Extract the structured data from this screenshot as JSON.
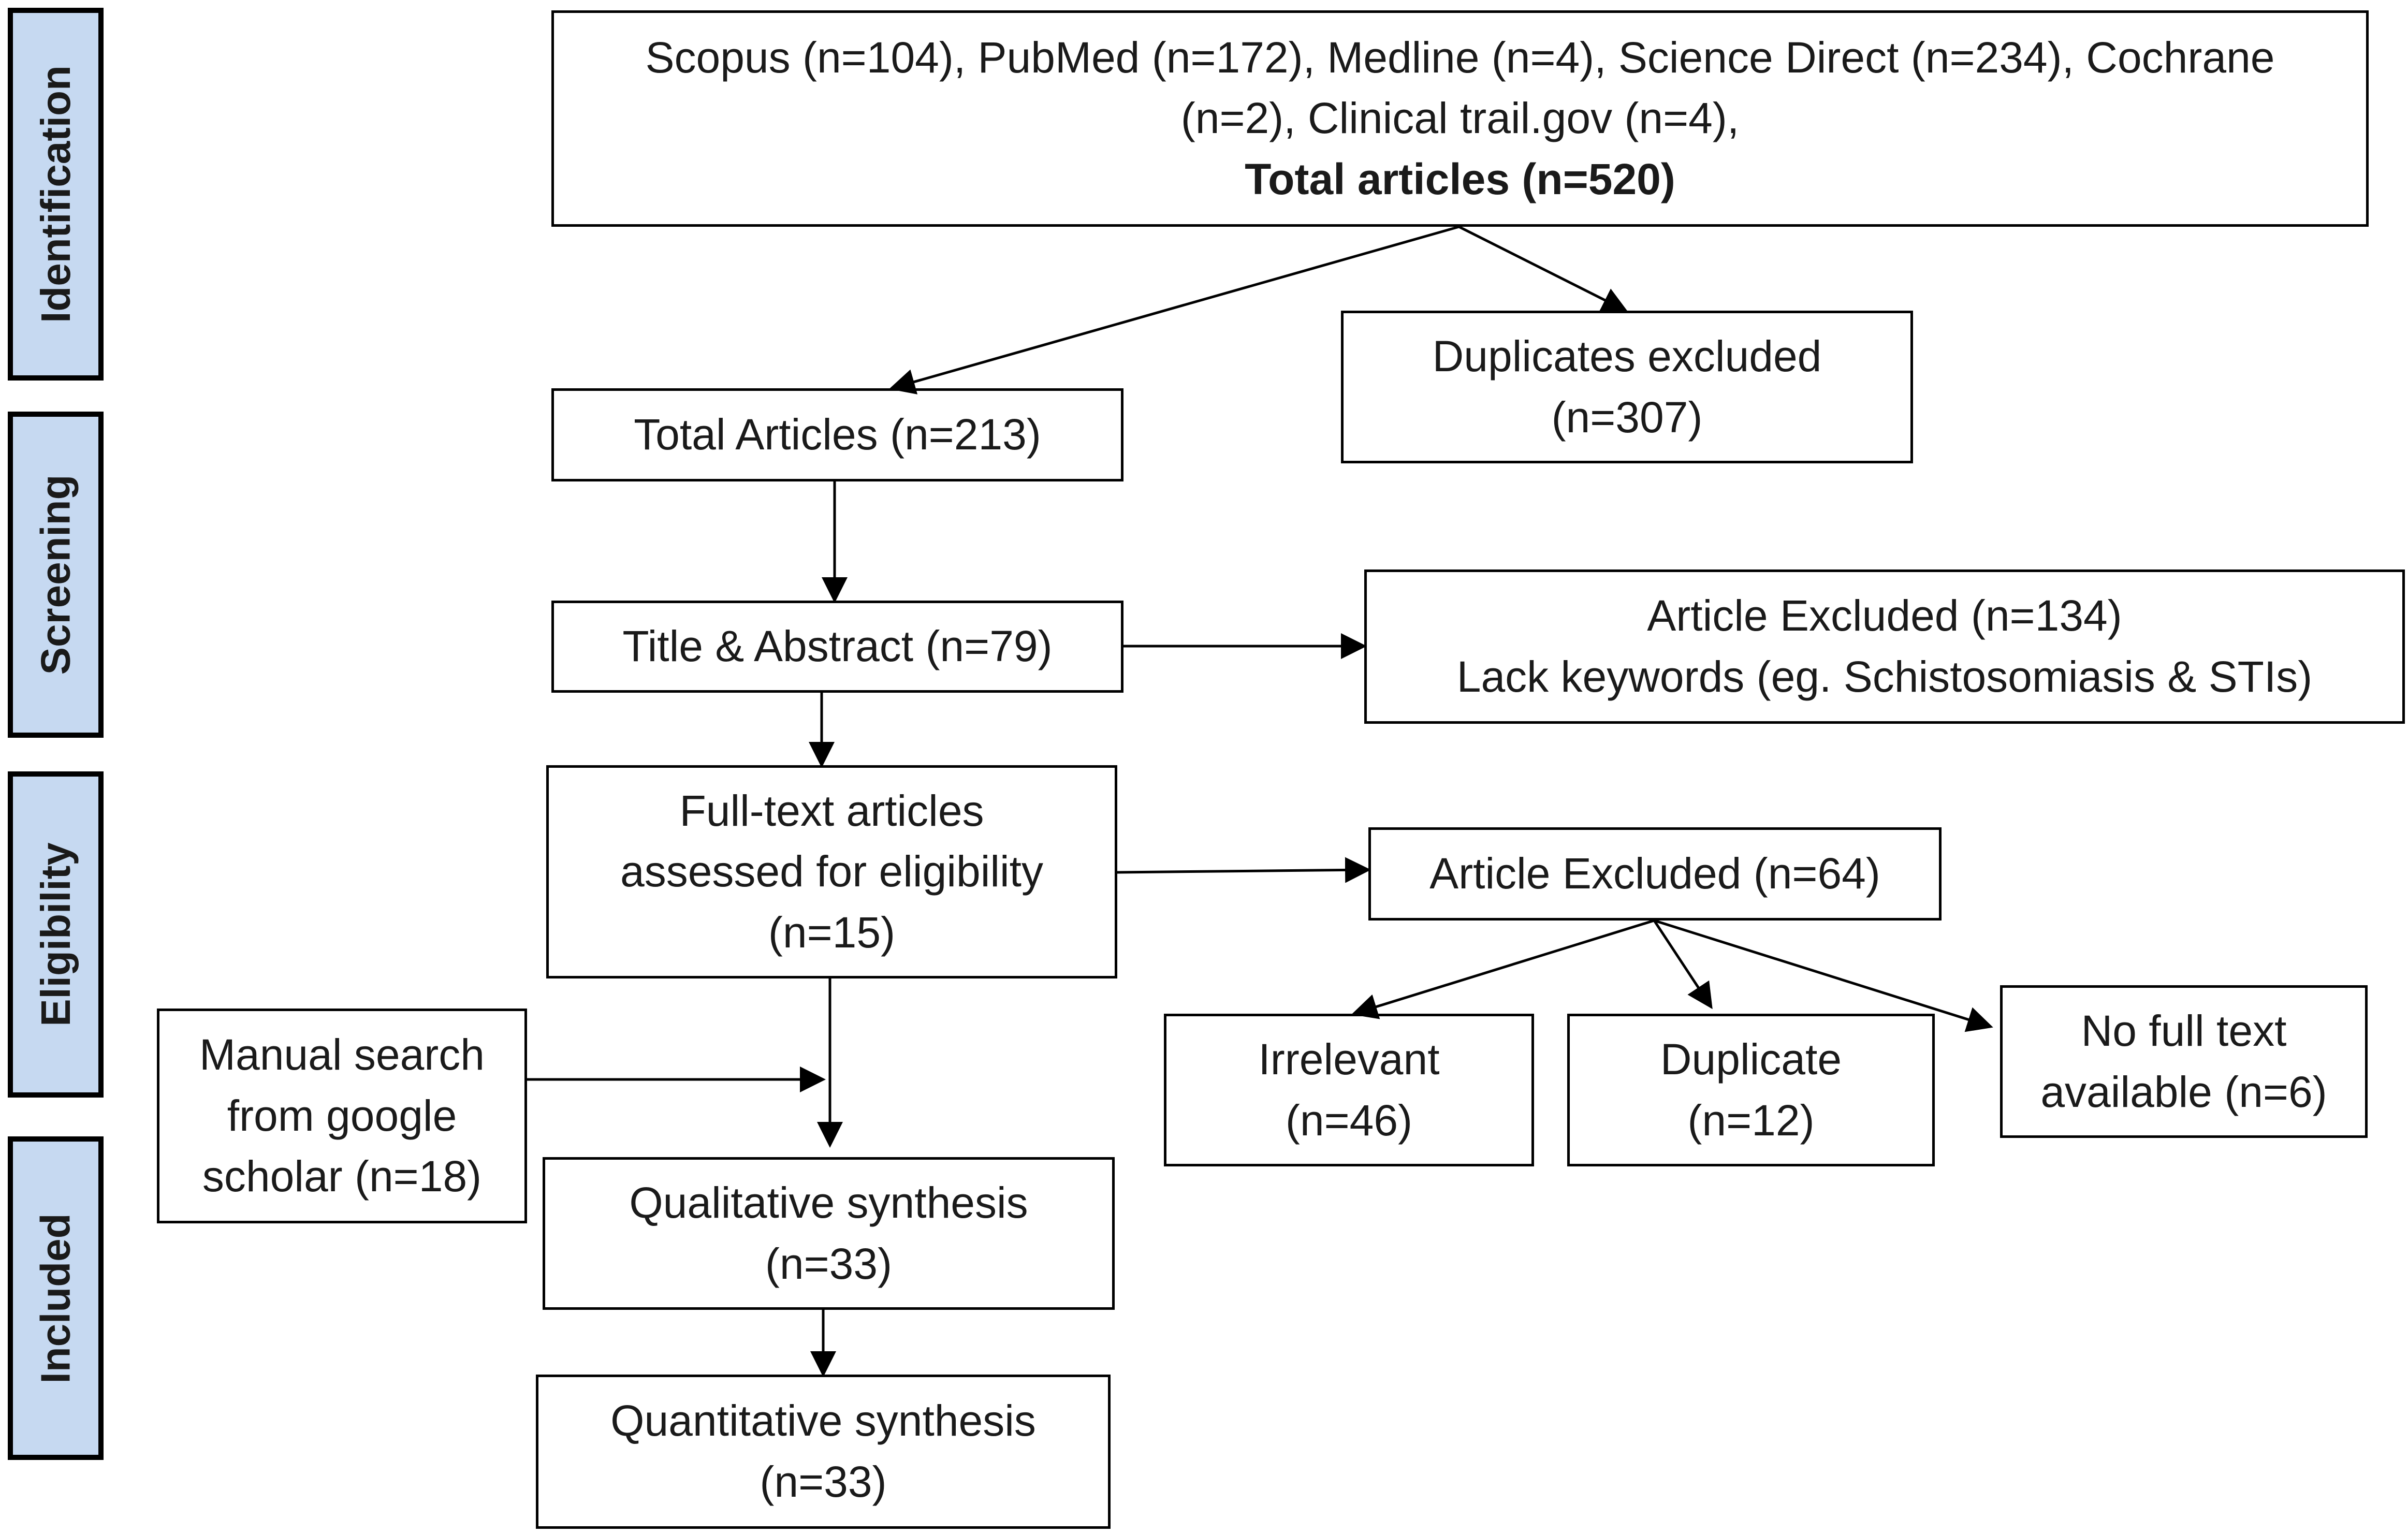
{
  "stages": {
    "identification": "Identification",
    "screening": "Screening",
    "eligibility": "Eligibility",
    "included": "Included"
  },
  "boxes": {
    "sources": {
      "line1": "Scopus (n=104), PubMed (n=172), Medline (n=4), Science Direct (n=234), Cochrane",
      "line2": "(n=2), Clinical trail.gov (n=4),",
      "line3": "Total articles (n=520)"
    },
    "duplicates_excluded": {
      "line1": "Duplicates excluded",
      "line2": "(n=307)"
    },
    "total_articles": {
      "line1": "Total Articles (n=213)"
    },
    "title_abstract": {
      "line1": "Title & Abstract (n=79)"
    },
    "screening_excluded": {
      "line1": "Article Excluded (n=134)",
      "line2": "Lack keywords (eg. Schistosomiasis & STIs)"
    },
    "full_text": {
      "line1": "Full-text articles",
      "line2": "assessed for eligibility",
      "line3": "(n=15)"
    },
    "eligibility_excluded": {
      "line1": "Article Excluded (n=64)"
    },
    "irrelevant": {
      "line1": "Irrelevant",
      "line2": "(n=46)"
    },
    "duplicate": {
      "line1": "Duplicate",
      "line2": "(n=12)"
    },
    "no_full_text": {
      "line1": "No full text",
      "line2": "available (n=6)"
    },
    "manual_search": {
      "line1": "Manual search",
      "line2": "from google",
      "line3": "scholar (n=18)"
    },
    "qualitative": {
      "line1": "Qualitative synthesis",
      "line2": "(n=33)"
    },
    "quantitative": {
      "line1": "Quantitative synthesis",
      "line2": "(n=33)"
    }
  }
}
